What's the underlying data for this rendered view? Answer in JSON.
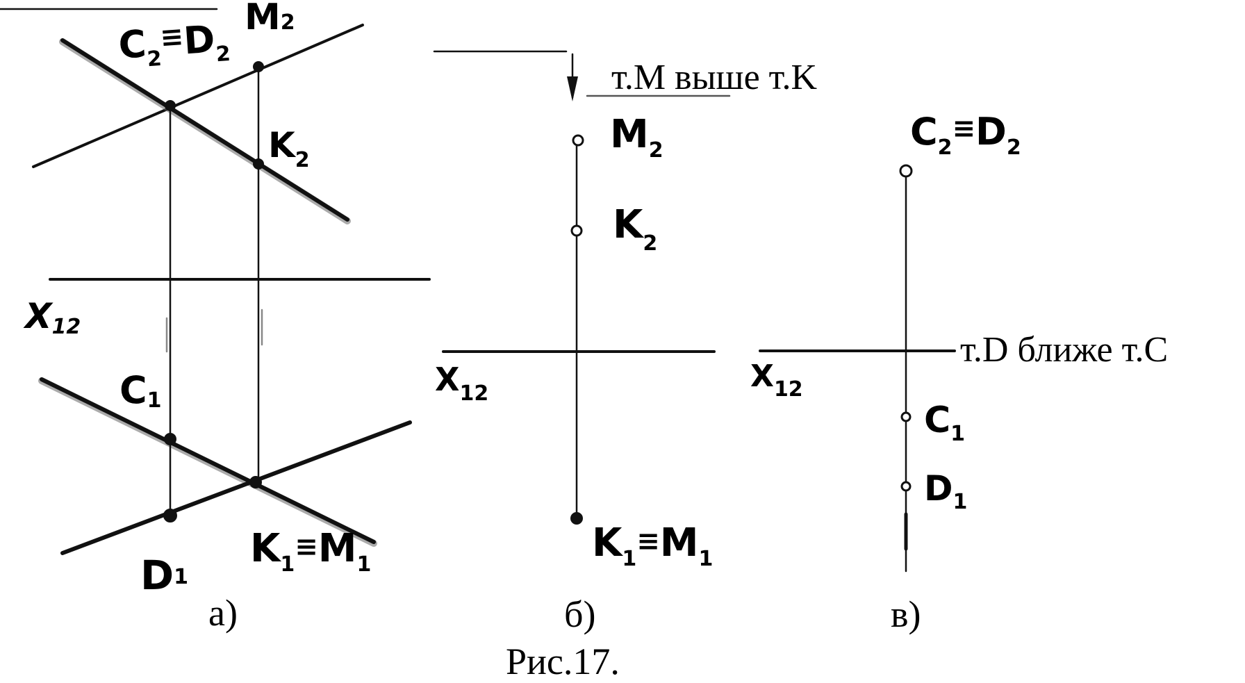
{
  "figure": {
    "caption": "Рис.17.",
    "panels": {
      "a": {
        "label": "а)",
        "axis": {
          "base": "X",
          "sub": "12"
        },
        "points": {
          "c2d2": {
            "a": "C",
            "a_sub": "2",
            "rel": "≡",
            "b": "D",
            "b_sub": "2"
          },
          "m2": {
            "base": "M",
            "sub": "2"
          },
          "k2": {
            "base": "K",
            "sub": "2"
          },
          "c1": {
            "base": "C",
            "sub": "1"
          },
          "d1": {
            "base": "D",
            "sub": "1"
          },
          "k1m1": {
            "a": "K",
            "a_sub": "1",
            "rel": "≡",
            "b": "M",
            "b_sub": "1"
          }
        }
      },
      "b": {
        "label": "б)",
        "axis": {
          "base": "X",
          "sub": "12"
        },
        "note": "т.M выше т.K",
        "points": {
          "m2": {
            "base": "M",
            "sub": "2"
          },
          "k2": {
            "base": "K",
            "sub": "2"
          },
          "k1m1": {
            "a": "K",
            "a_sub": "1",
            "rel": "≡",
            "b": "M",
            "b_sub": "1"
          }
        }
      },
      "c": {
        "label": "в)",
        "axis": {
          "base": "X",
          "sub": "12"
        },
        "note": "т.D ближе т.C",
        "points": {
          "c2d2": {
            "a": "C",
            "a_sub": "2",
            "rel": "≡",
            "b": "D",
            "b_sub": "2"
          },
          "c1": {
            "base": "C",
            "sub": "1"
          },
          "d1": {
            "base": "D",
            "sub": "1"
          }
        }
      }
    }
  }
}
